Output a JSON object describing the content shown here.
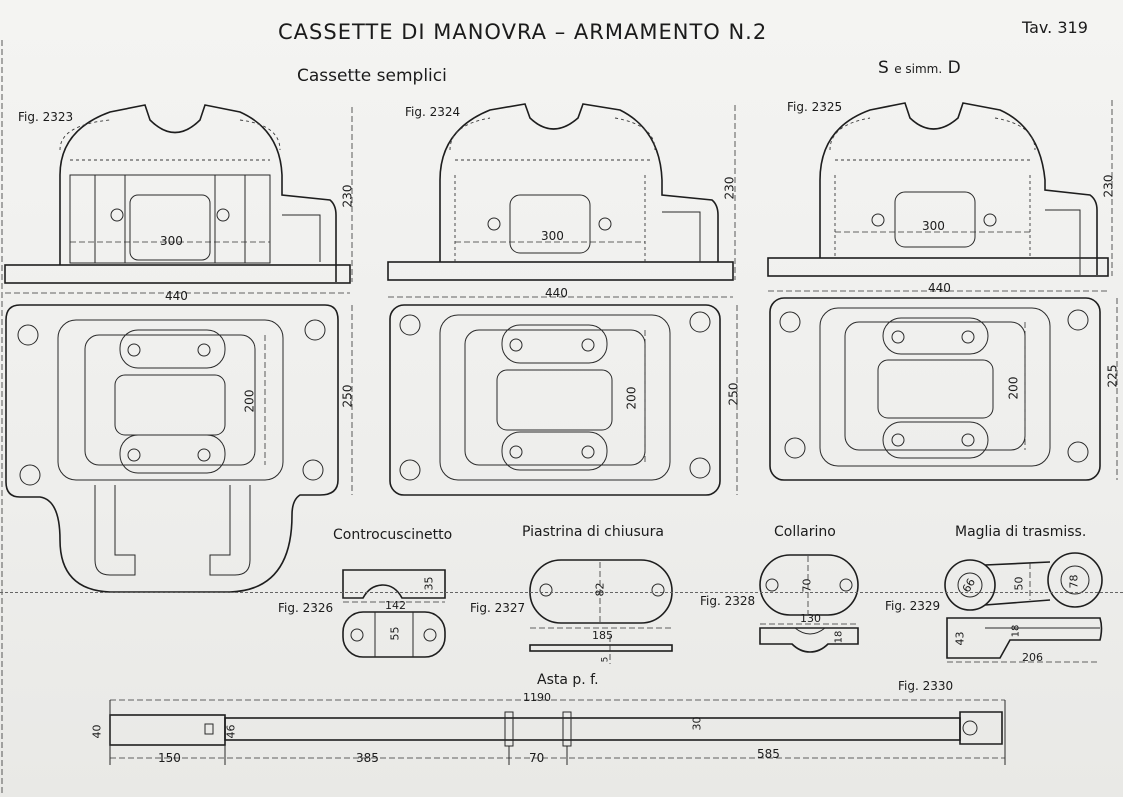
{
  "sheet": {
    "title": "CASSETTE DI MANOVRA – ARMAMENTO N.2",
    "plate": "Tav. 319",
    "subtitle_left": "Cassette semplici",
    "subtitle_right_big_s": "S",
    "subtitle_right_small": "e simm.",
    "subtitle_right_big_d": "D"
  },
  "figures": {
    "f2323": {
      "label": "Fig. 2323",
      "dim_height": "230",
      "dim_opening": "300",
      "dim_width": "440",
      "dim_inner": "200",
      "dim_depth": "250"
    },
    "f2324": {
      "label": "Fig. 2324",
      "dim_height": "230",
      "dim_opening": "300",
      "dim_width": "440",
      "dim_inner": "200",
      "dim_depth": "250"
    },
    "f2325": {
      "label": "Fig. 2325",
      "dim_height": "230",
      "dim_opening": "300",
      "dim_width": "440",
      "dim_inner": "200",
      "dim_depth": "225"
    },
    "f2326": {
      "label": "Fig. 2326",
      "title": "Controcuscinetto",
      "dim_a": "35",
      "dim_b": "142",
      "dim_c": "55"
    },
    "f2327": {
      "label": "Fig. 2327",
      "title": "Piastrina di chiusura",
      "dim_a": "82",
      "dim_b": "185",
      "dim_c": "5"
    },
    "f2328": {
      "label": "Fig. 2328",
      "title": "Collarino",
      "dim_a": "70",
      "dim_b": "130",
      "dim_c": "18"
    },
    "f2329": {
      "label": "Fig. 2329",
      "title": "Maglia di trasmiss.",
      "dim_a": "66",
      "dim_b": "50",
      "dim_c": "78",
      "dim_d": "43",
      "dim_e": "18",
      "dim_f": "206"
    },
    "f2330": {
      "label": "Fig. 2330",
      "title": "Asta p. f.",
      "dim_total": "1190",
      "dim_a": "40",
      "dim_b": "46",
      "dim_c": "30",
      "seg1": "150",
      "seg2": "385",
      "seg3": "70",
      "seg4": "585"
    }
  }
}
